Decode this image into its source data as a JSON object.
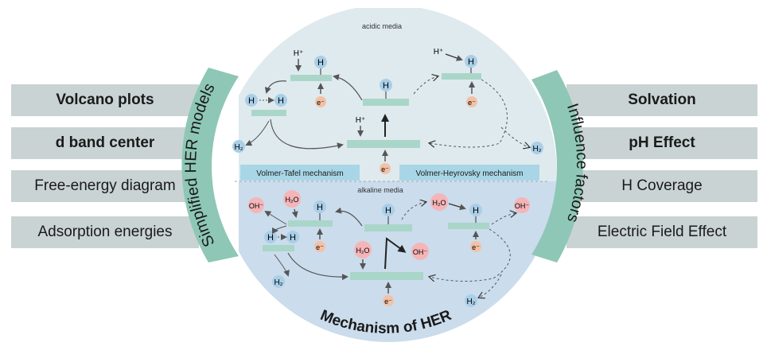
{
  "left_factors": [
    "Volcano plots",
    "d band center",
    "Free-energy diagram",
    "Adsorption energies"
  ],
  "right_factors": [
    "Solvation",
    "pH Effect",
    "H Coverage",
    "Electric Field Effect"
  ],
  "left_arc_title": "Simplified HER models",
  "right_arc_title": "Influence factors",
  "bottom_title": "Mechanism of HER",
  "acidic_label": "acidic media",
  "alkaline_label": "alkaline media",
  "volmer_tafel": "Volmer-Tafel mechanism",
  "volmer_heyrovsky": "Volmer-Heyrovsky mechanism",
  "species": {
    "h": "H",
    "h_plus": "H⁺",
    "h2": "H₂",
    "e": "e⁻",
    "oh": "OH⁻",
    "h2o": "H₂O"
  },
  "colors": {
    "bar_fill": "#c9d3d3",
    "circle_top": "#dfeaee",
    "circle_bottom": "#c9d9ea",
    "surface": "#a9d6c8",
    "arc_band": "#8ec7b5",
    "h_bubble": "#a9cfe8",
    "oh_bubble": "#f5b5b8",
    "electron": "#f3c1a6"
  }
}
